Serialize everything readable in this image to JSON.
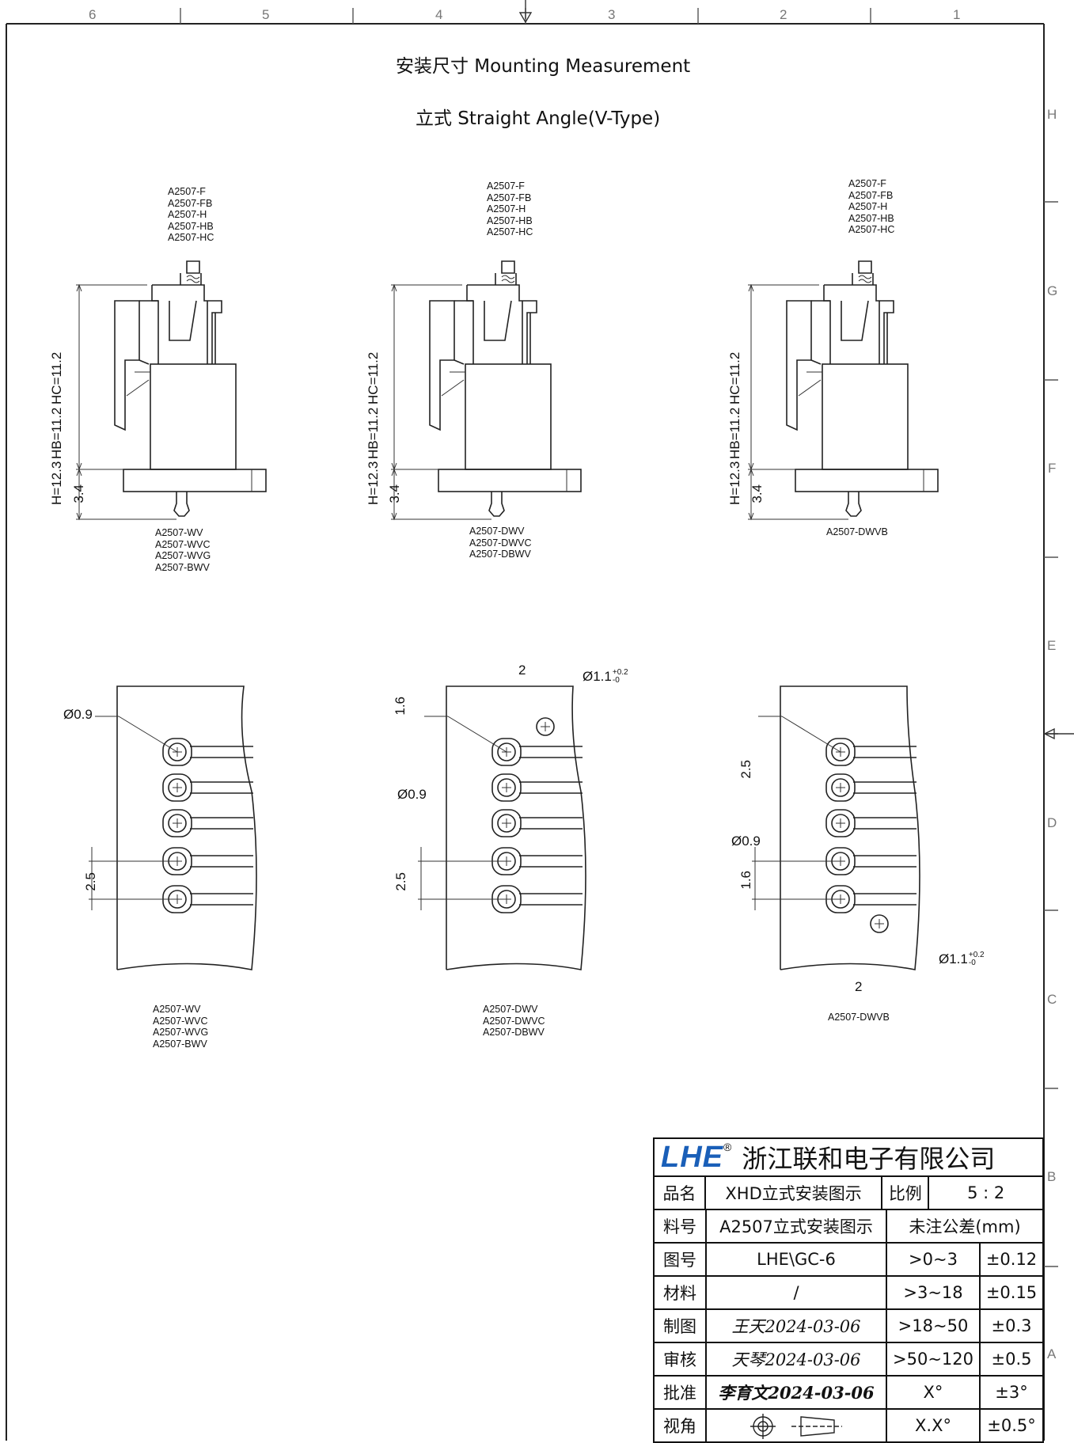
{
  "grid": {
    "columns": [
      "6",
      "5",
      "4",
      "3",
      "2",
      "1"
    ],
    "rows": [
      "H",
      "G",
      "F",
      "E",
      "D",
      "C",
      "B",
      "A"
    ]
  },
  "title": "安装尺寸 Mounting Measurement",
  "subtitle": "立式 Straight Angle(V-Type)",
  "side_views": [
    {
      "top_labels": [
        "A2507-F",
        "A2507-FB",
        "A2507-H",
        "A2507-HB",
        "A2507-HC"
      ],
      "dims": [
        "H=12.3",
        "HB=11.2",
        "HC=11.2"
      ],
      "base_dim": "3.4",
      "bottom_labels": [
        "A2507-WV",
        "A2507-WVC",
        "A2507-WVG",
        "A2507-BWV"
      ]
    },
    {
      "top_labels": [
        "A2507-F",
        "A2507-FB",
        "A2507-H",
        "A2507-HB",
        "A2507-HC"
      ],
      "dims": [
        "H=12.3",
        "HB=11.2",
        "HC=11.2"
      ],
      "base_dim": "3.4",
      "bottom_labels": [
        "A2507-DWV",
        "A2507-DWVC",
        "A2507-DBWV"
      ]
    },
    {
      "top_labels": [
        "A2507-F",
        "A2507-FB",
        "A2507-H",
        "A2507-HB",
        "A2507-HC"
      ],
      "dims": [
        "H=12.3",
        "HB=11.2",
        "HC=11.2"
      ],
      "base_dim": "3.4",
      "bottom_labels": [
        "A2507-DWVB"
      ]
    }
  ],
  "pcb_views": [
    {
      "hole_dia": "Ø0.9",
      "pitch": "2.5",
      "labels": [
        "A2507-WV",
        "A2507-WVC",
        "A2507-WVG",
        "A2507-BWV"
      ]
    },
    {
      "hole_dia": "Ø0.9",
      "pitch": "2.5",
      "offset_y": "1.6",
      "offset_x": "2",
      "peg_dia": "Ø1.1",
      "peg_tol_upper": "+0.2",
      "peg_tol_lower": "-0",
      "labels": [
        "A2507-DWV",
        "A2507-DWVC",
        "A2507-DBWV"
      ]
    },
    {
      "hole_dia": "Ø0.9",
      "pitch": "2.5",
      "offset_y": "1.6",
      "offset_x": "2",
      "peg_dia": "Ø1.1",
      "peg_tol_upper": "+0.2",
      "peg_tol_lower": "-0",
      "labels": [
        "A2507-DWVB"
      ]
    }
  ],
  "title_block": {
    "brand": "LHE",
    "registered": "®",
    "company": "浙江联和电子有限公司",
    "brand_color": "#1a5fb8",
    "rows": [
      {
        "key": "品名",
        "value": "XHD立式安装图示",
        "c3": "比例",
        "c4": "5 : 2"
      },
      {
        "key": "料号",
        "value": "A2507立式安装图示",
        "c3": "未注公差(mm)"
      },
      {
        "key": "图号",
        "value": "LHE\\GC-6",
        "c3": ">0~3",
        "c4": "±0.12"
      },
      {
        "key": "材料",
        "value": "/",
        "c3": ">3~18",
        "c4": "±0.15"
      },
      {
        "key": "制图",
        "value": "王天2024-03-06",
        "c3": ">18~50",
        "c4": "±0.3"
      },
      {
        "key": "审核",
        "value": "天琴2024-03-06",
        "c3": ">50~120",
        "c4": "±0.5"
      },
      {
        "key": "批准",
        "value": "李育文2024-03-06",
        "c3": "X°",
        "c4": "±3°"
      },
      {
        "key": "视角",
        "value": "",
        "c3": "X.X°",
        "c4": "±0.5°"
      }
    ]
  }
}
